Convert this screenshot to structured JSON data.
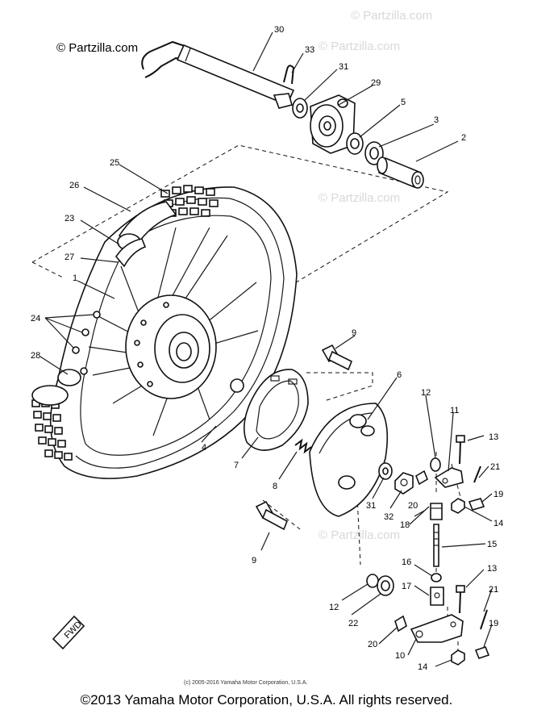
{
  "watermark": "© Partzilla.com",
  "diagram_copyright": "(c) 2005-2016 Yamaha Motor Corporation, U.S.A.",
  "footer_copyright": "©2013 Yamaha Motor Corporation, U.S.A. All rights reserved.",
  "fwd_mark": "FWD",
  "labels": {
    "p1": "1",
    "p2": "2",
    "p3": "3",
    "p4": "4",
    "p5": "5",
    "p6": "6",
    "p7": "7",
    "p8": "8",
    "p9a": "9",
    "p9b": "9",
    "p10": "10",
    "p11": "11",
    "p12a": "12",
    "p12b": "12",
    "p13a": "13",
    "p13b": "13",
    "p14a": "14",
    "p14b": "14",
    "p15": "15",
    "p16": "16",
    "p17": "17",
    "p18": "18",
    "p19a": "19",
    "p19b": "19",
    "p20a": "20",
    "p20b": "20",
    "p21a": "21",
    "p21b": "21",
    "p22": "22",
    "p23": "23",
    "p24": "24",
    "p25": "25",
    "p26": "26",
    "p27": "27",
    "p28": "28",
    "p29": "29",
    "p30": "30",
    "p31a": "31",
    "p31b": "31",
    "p32": "32",
    "p33": "33"
  }
}
